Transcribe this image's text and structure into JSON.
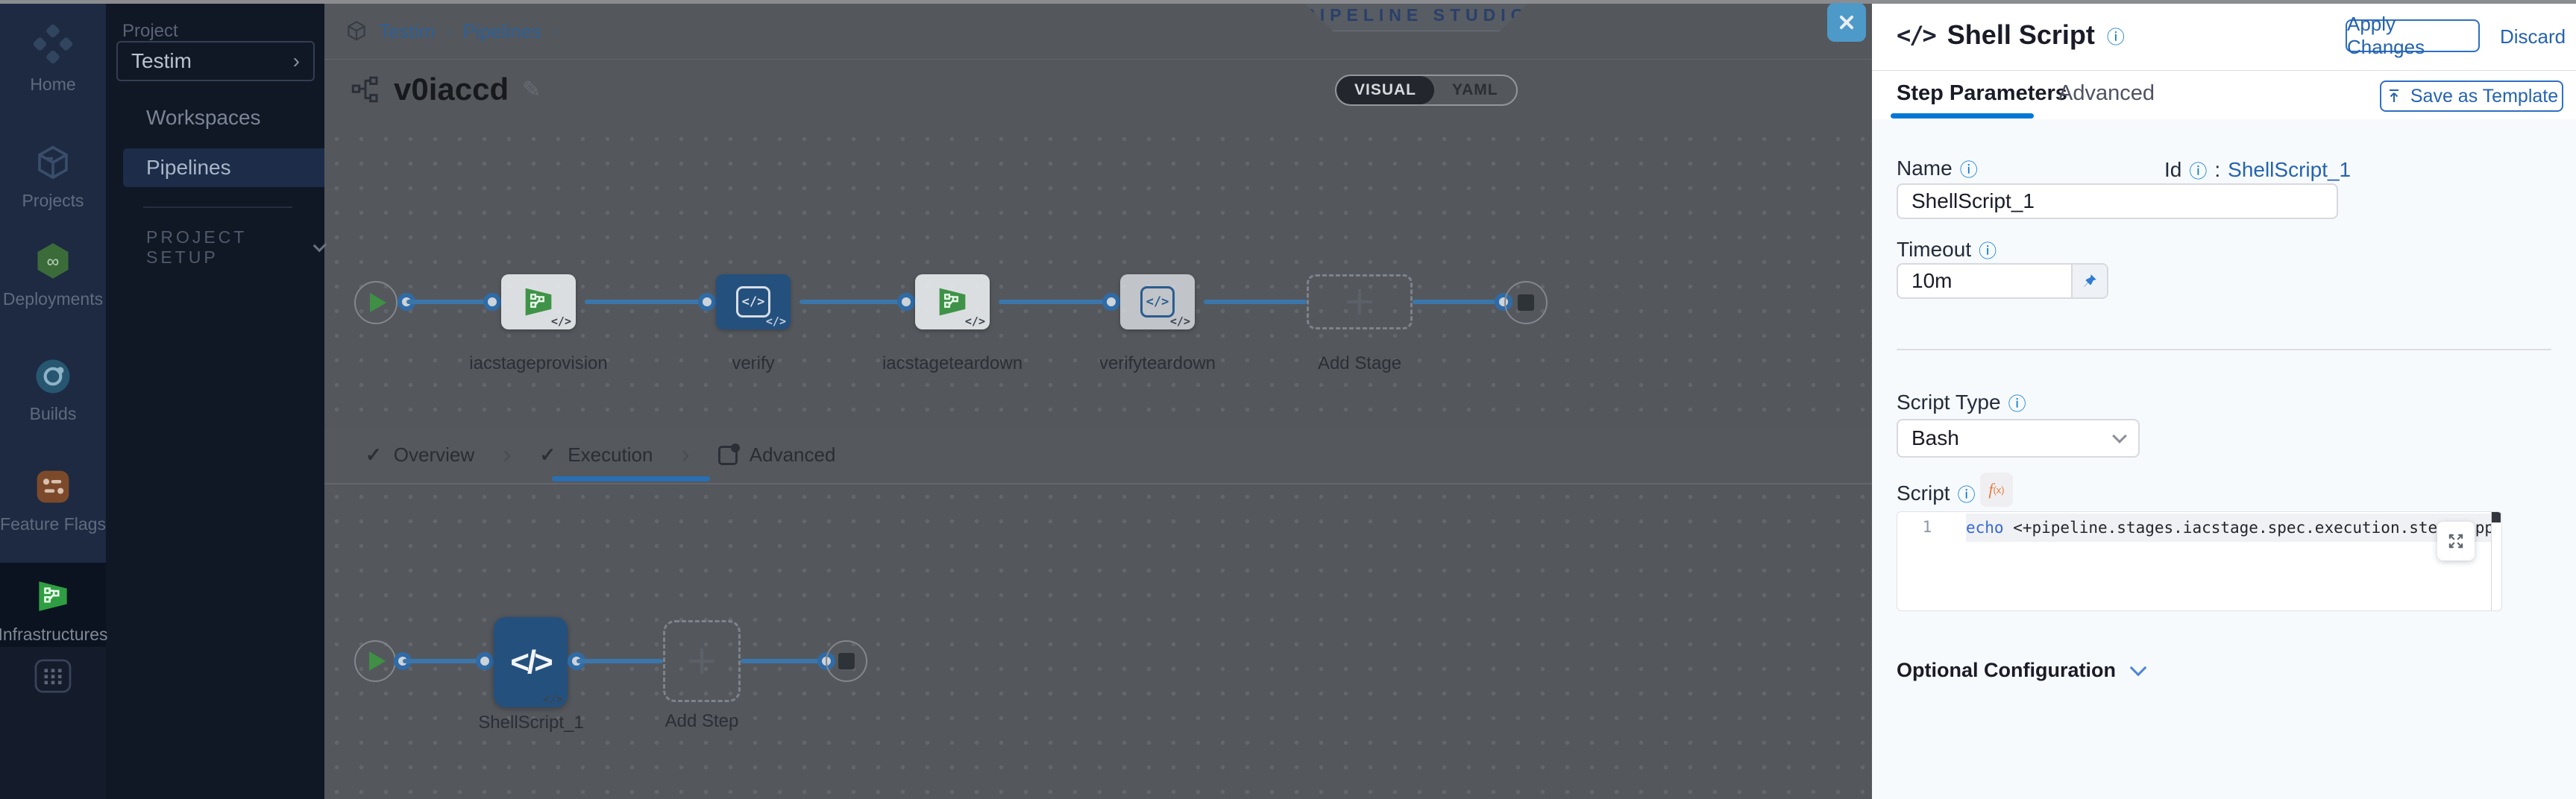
{
  "icons": {
    "info": "ⓘ",
    "check": "✓",
    "chevron_right": "›",
    "code": "</>",
    "infinity": "∞",
    "pencil": "✎"
  },
  "nav": {
    "items": [
      {
        "label": "Home"
      },
      {
        "label": "Projects"
      },
      {
        "label": "Deployments"
      },
      {
        "label": "Builds"
      },
      {
        "label": "Feature Flags"
      },
      {
        "label": "Infrastructures"
      }
    ]
  },
  "sidebar": {
    "project_label": "Project",
    "project_value": "Testim",
    "items": [
      {
        "label": "Workspaces"
      },
      {
        "label": "Pipelines"
      }
    ],
    "section_label": "PROJECT SETUP"
  },
  "topbar": {
    "breadcrumb": [
      {
        "label": "Testim"
      },
      {
        "label": "Pipelines"
      }
    ],
    "badge": "PIPELINE STUDIO",
    "title": "v0iaccd",
    "view_toggle": [
      {
        "label": "VISUAL"
      },
      {
        "label": "YAML"
      }
    ]
  },
  "canvas": {
    "stages": [
      {
        "label": "iacstageprovision"
      },
      {
        "label": "verify"
      },
      {
        "label": "iacstageteardown"
      },
      {
        "label": "verifyteardown"
      }
    ],
    "add_stage_label": "Add Stage",
    "tabs": [
      {
        "label": "Overview"
      },
      {
        "label": "Execution"
      },
      {
        "label": "Advanced"
      }
    ],
    "step_label": "ShellScript_1",
    "add_step_label": "Add Step"
  },
  "panel": {
    "title": "Shell Script",
    "apply_label": "Apply Changes",
    "discard_label": "Discard",
    "tabs": [
      {
        "label": "Step Parameters"
      },
      {
        "label": "Advanced"
      }
    ],
    "save_template_label": "Save as Template",
    "name_label": "Name",
    "name_value": "ShellScript_1",
    "id_label": "Id",
    "id_separator": ":",
    "id_value": "ShellScript_1",
    "timeout_label": "Timeout",
    "timeout_value": "10m",
    "script_type_label": "Script Type",
    "script_type_value": "Bash",
    "script_label": "Script",
    "code": {
      "line_number": "1",
      "keyword": "echo",
      "rest": " <+pipeline.stages.iacstage.spec.execution.steps.appl"
    },
    "optional_label": "Optional Configuration"
  }
}
